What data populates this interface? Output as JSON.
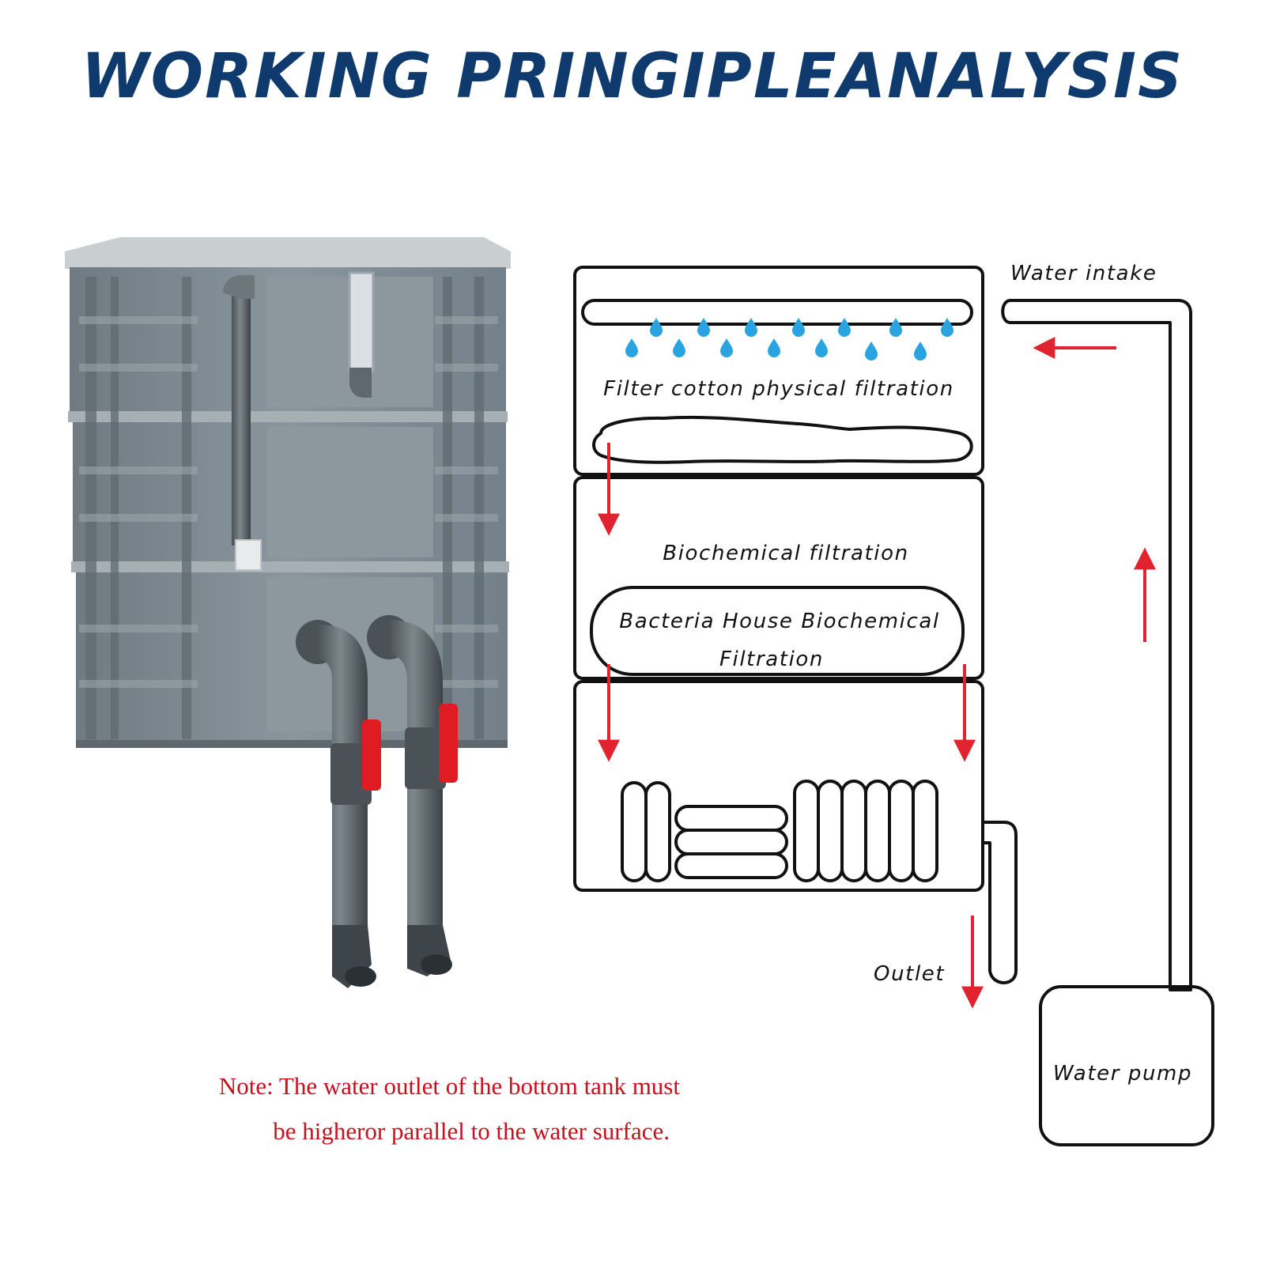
{
  "title": "WORKING PRINGIPLEANALYSIS",
  "note": {
    "line1": "Note: The water outlet of the bottom tank must",
    "line2": "be higheror parallel to the water surface."
  },
  "diagram": {
    "water_intake": "Water intake",
    "stage1": "Filter cotton physical filtration",
    "stage2": "Biochemical filtration",
    "bacteria_house_line1": "Bacteria House Biochemical",
    "bacteria_house_line2": "Filtration",
    "outlet": "Outlet",
    "water_pump": "Water pump"
  },
  "colors": {
    "title": "#0f3a6e",
    "note": "#c8101c",
    "arrow": "#e0232e",
    "drop": "#2aa4e0",
    "tank": "#7f8b93",
    "valve": "#e01b22"
  },
  "icons": [
    "water-drop-icon",
    "flow-arrow-icon",
    "ball-valve-icon"
  ]
}
